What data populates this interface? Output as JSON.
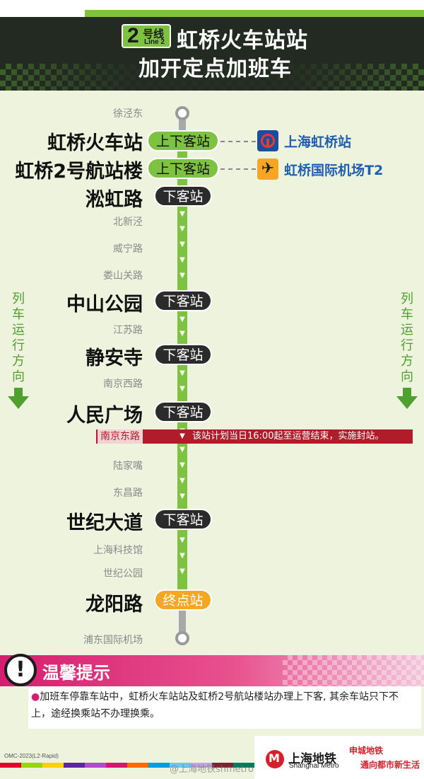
{
  "header": {
    "line_number": "2",
    "line_cn": "号线",
    "line_en": "Line 2",
    "title_line1": "虹桥火车站站",
    "title_line2": "加开定点加班车"
  },
  "stations": {
    "xujingdong": "徐泾东",
    "hongqiao_railway": "虹桥火车站",
    "hongqiao_t2": "虹桥2号航站楼",
    "songhong": "淞虹路",
    "beixinjing": "北新泾",
    "weining": "威宁路",
    "loushanguan": "娄山关路",
    "zhongshan_park": "中山公园",
    "jiangsu": "江苏路",
    "jingan_temple": "静安寺",
    "nanjing_west": "南京西路",
    "peoples_square": "人民广场",
    "nanjing_east": "南京东路",
    "lujiazui": "陆家嘴",
    "dongchang": "东昌路",
    "century_avenue": "世纪大道",
    "science_museum": "上海科技馆",
    "century_park": "世纪公园",
    "longyang": "龙阳路",
    "pudong_airport": "浦东国际机场"
  },
  "pills": {
    "board_alight": "上下客站",
    "alight_only": "下客站",
    "terminus": "终点站"
  },
  "transfers": {
    "rail": "上海虹桥站",
    "airport": "虹桥国际机场T2"
  },
  "closure": {
    "note": "该站计划当日16:00起至运营结束，实施封站。"
  },
  "direction": {
    "chars": [
      "列",
      "车",
      "运",
      "行",
      "方",
      "向"
    ]
  },
  "notice": {
    "title": "温馨提示",
    "bullet": "●",
    "text": "加班车停靠车站中，虹桥火车站站及虹桥2号航站楼站办理上下客, 其余车站只下不上，途经换乘站不办理换乘。"
  },
  "footer": {
    "code": "OMC-2023(L2-Rapid)",
    "watermark": "@上海地铁shmetro",
    "logo_cn": "上海地铁",
    "logo_en": "Shanghai Metro",
    "slogan_line1": "申城地铁",
    "slogan_line2": "通向都市新生活"
  },
  "colors": {
    "line2_green": "#7ec242",
    "alight_pill": "#2b2b2b",
    "terminus_orange": "#f5a623",
    "closure_red": "#b11c2a",
    "notice_pink": "#d61e6e",
    "transfer_blue": "#1f5fb0"
  }
}
